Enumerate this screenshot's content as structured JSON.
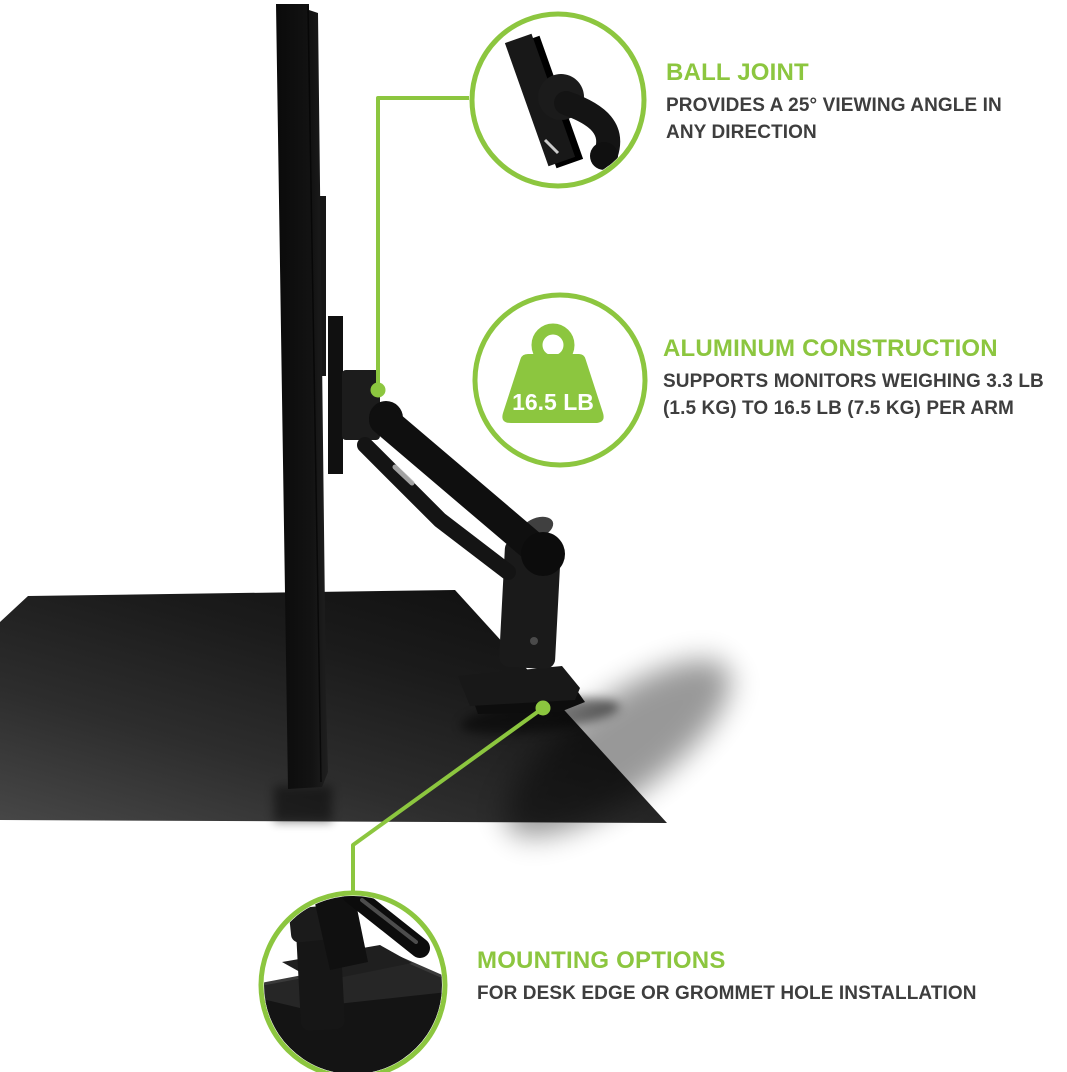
{
  "colors": {
    "accent_green": "#8CC63F",
    "body_text": "#3E3E3E",
    "product_black": "#141414",
    "background": "#FFFFFF"
  },
  "callouts": [
    {
      "id": "ball-joint",
      "title": "BALL JOINT",
      "description": "PROVIDES A 25° VIEWING ANGLE IN ANY DIRECTION",
      "icon": "ball-joint-photo-icon"
    },
    {
      "id": "aluminum-construction",
      "title": "ALUMINUM CONSTRUCTION",
      "description": "SUPPORTS MONITORS WEIGHING 3.3 LB (1.5 KG) TO 16.5 LB (7.5 KG) PER ARM",
      "icon": "weight-icon",
      "icon_label": "16.5 LB"
    },
    {
      "id": "mounting-options",
      "title": "MOUNTING OPTIONS",
      "description": "FOR DESK EDGE OR GROMMET HOLE INSTALLATION",
      "icon": "desk-clamp-photo-icon"
    }
  ]
}
